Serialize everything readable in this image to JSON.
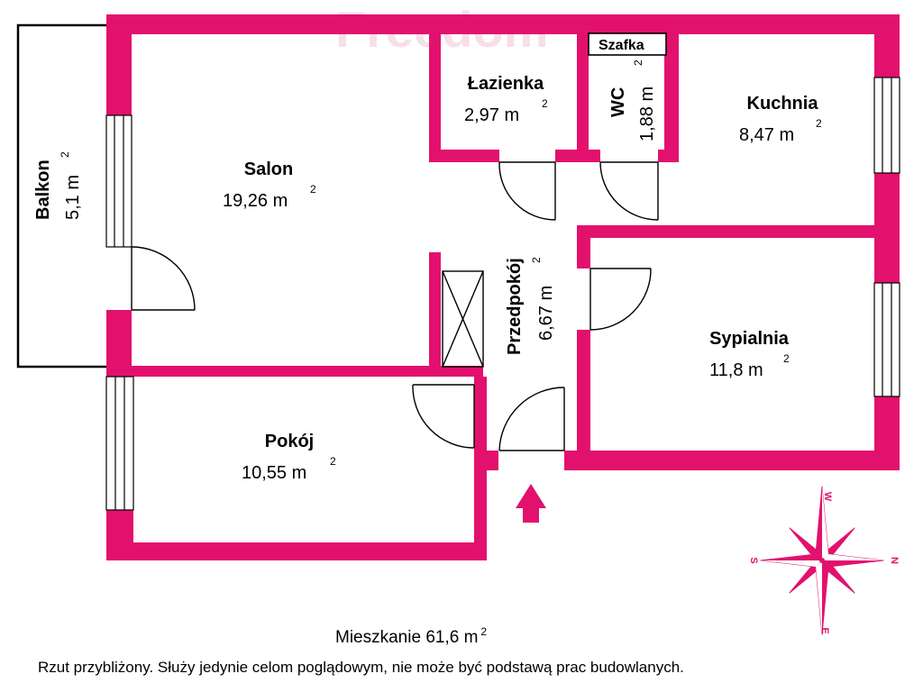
{
  "watermark": "Freedom",
  "rooms": {
    "balkon": {
      "name": "Balkon",
      "area": "5,1 m",
      "sup": "2"
    },
    "salon": {
      "name": "Salon",
      "area": "19,26 m",
      "sup": "2"
    },
    "lazienka": {
      "name": "Łazienka",
      "area": "2,97 m",
      "sup": "2"
    },
    "wc": {
      "name": "WC",
      "area": "1,88 m",
      "sup": "2"
    },
    "kuchnia": {
      "name": "Kuchnia",
      "area": "8,47 m",
      "sup": "2"
    },
    "przedpokoj": {
      "name": "Przedpokój",
      "area": "6,67 m",
      "sup": "2"
    },
    "sypialnia": {
      "name": "Sypialnia",
      "area": "11,8 m",
      "sup": "2"
    },
    "pokoj": {
      "name": "Pokój",
      "area": "10,55 m",
      "sup": "2"
    }
  },
  "szafka": "Szafka",
  "compass": {
    "n": "N",
    "s": "S",
    "e": "E",
    "w": "W"
  },
  "total": {
    "label": "Mieszkanie 61,6 m",
    "sup": "2"
  },
  "disclaimer": "Rzut przybliżony. Służy jedynie celom poglądowym, nie może być podstawą prac budowlanych.",
  "colors": {
    "wall": "#e2116e",
    "line": "#000000",
    "window": "#ffffff"
  }
}
